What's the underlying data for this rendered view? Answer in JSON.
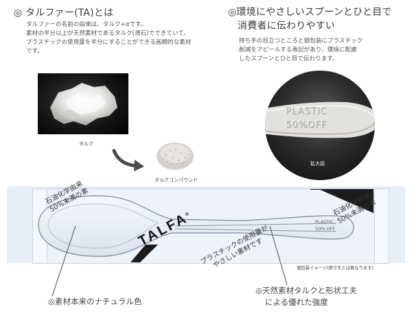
{
  "left_section": {
    "heading": "◎ タルファー(TA)とは",
    "desc_lines": [
      "タルファーの名前の由来は、タルク+αです。",
      "素材の半分以上が天然素材であるタルク(滑石)でできていて、",
      "プラスチックの使用量を半分にすることができる画期的な素材",
      "です。"
    ],
    "talc_caption": "タルク",
    "compound_caption": "タルクコンパウンド"
  },
  "right_section": {
    "heading_lines": [
      "◎環境にやさしいスプーンとひと目で",
      "消費者に伝わりやすい"
    ],
    "desc_lines": [
      "持ち手の目立つところと個包装にプラスチック",
      "削減をアピールする表記があり、環境に配慮",
      "したスプーンとひと目で伝わります。"
    ],
    "closeup_text_1": "PLASTIC",
    "closeup_text_2": "50%OFF",
    "closeup_caption": "拡大図"
  },
  "package": {
    "left_print": [
      "石油化学由来",
      "50%未満の素"
    ],
    "right_print": [
      "石油化学由来",
      "50%未満の素"
    ],
    "brand": "TALFA",
    "brand_mark": "®",
    "center_print": [
      "プラスチックの使用量が",
      "やさしい素材です"
    ],
    "spoon_text_1": "PLASTIC",
    "spoon_text_2": "50% OFF",
    "package_note": "個包装イメージ(原寸大とは異なります)"
  },
  "bottom": {
    "note_left": "◎素材本来のナチュラル色",
    "note_right_lines": [
      "◎天然素材タルクと形状工夫",
      "による優れた強度"
    ]
  }
}
